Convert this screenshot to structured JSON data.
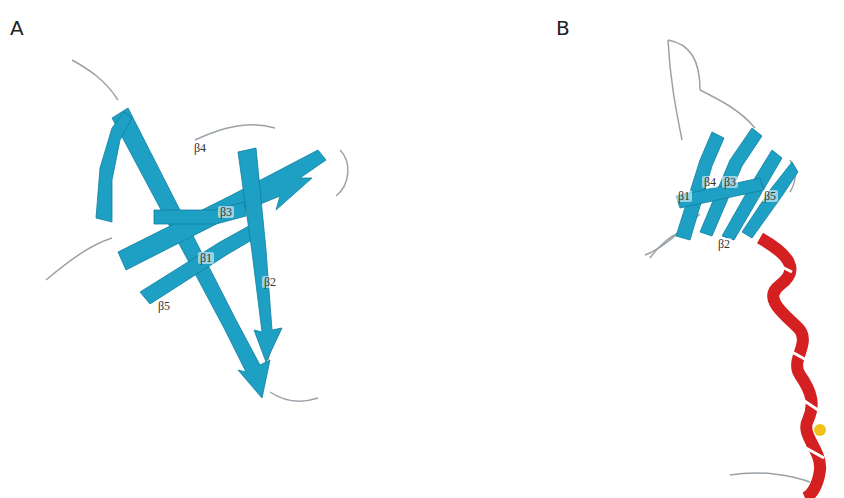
{
  "diagram": {
    "labels": [
      "A",
      "B",
      "β4",
      "β3",
      "β1",
      "β2",
      "β5",
      "β1",
      "β4",
      "β3",
      "β5",
      "β2"
    ]
  }
}
